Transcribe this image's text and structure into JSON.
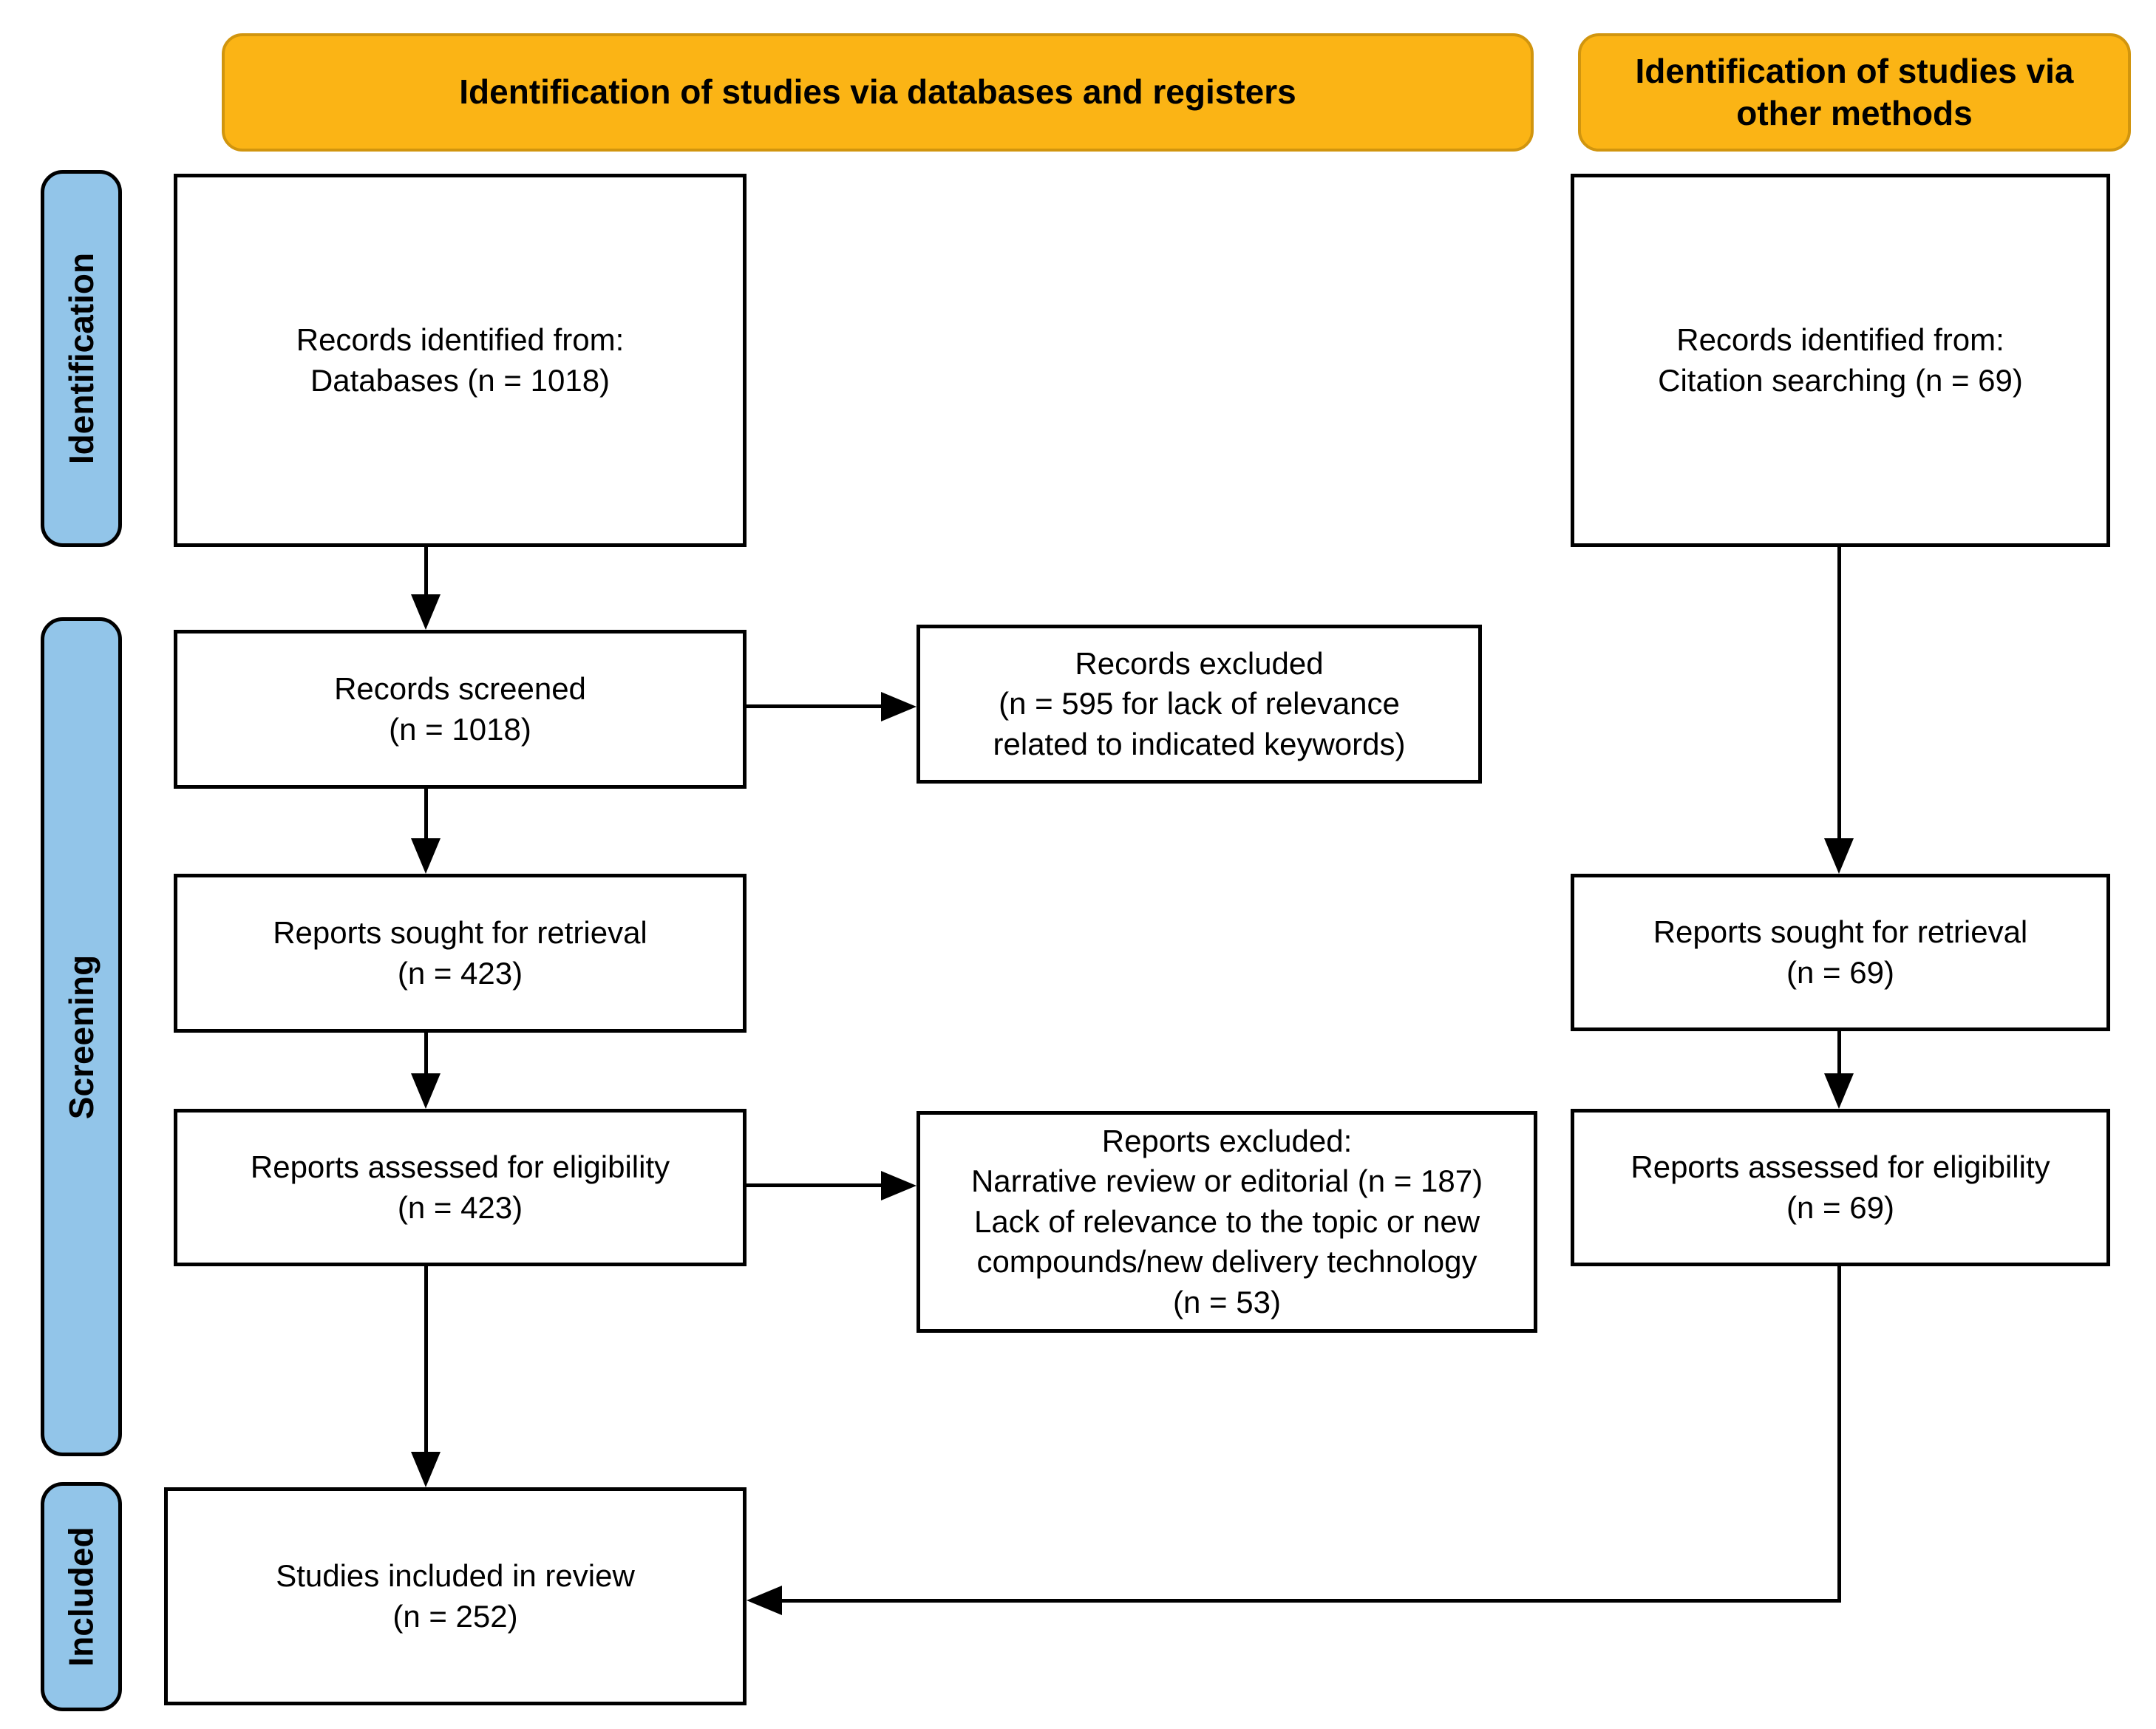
{
  "headers": {
    "left": "Identification of studies via databases and registers",
    "right": "Identification of studies via\nother methods"
  },
  "stages": [
    {
      "label": "Identification"
    },
    {
      "label": "Screening"
    },
    {
      "label": "Included"
    }
  ],
  "boxes": {
    "db_identified": "Records identified from:\nDatabases (n = 1018)",
    "records_screened": "Records screened\n(n = 1018)",
    "records_excluded": "Records excluded\n(n = 595 for lack of relevance\nrelated to indicated keywords)",
    "reports_sought_db": "Reports sought for retrieval\n(n = 423)",
    "reports_assessed_db": "Reports assessed for eligibility\n(n = 423)",
    "reports_excluded": "Reports excluded:\nNarrative review or editorial (n = 187)\nLack of relevance to the topic or new\ncompounds/new delivery technology\n(n = 53)",
    "studies_included": "Studies included in review\n(n = 252)",
    "citation_identified": "Records identified from:\nCitation searching (n = 69)",
    "reports_sought_other": "Reports sought for retrieval\n(n = 69)",
    "reports_assessed_other": "Reports assessed for eligibility\n(n = 69)"
  },
  "colors": {
    "header_fill": "#FBB415",
    "header_border": "#D1950E",
    "stage_fill": "#92C5E9",
    "line_color": "#000000"
  }
}
